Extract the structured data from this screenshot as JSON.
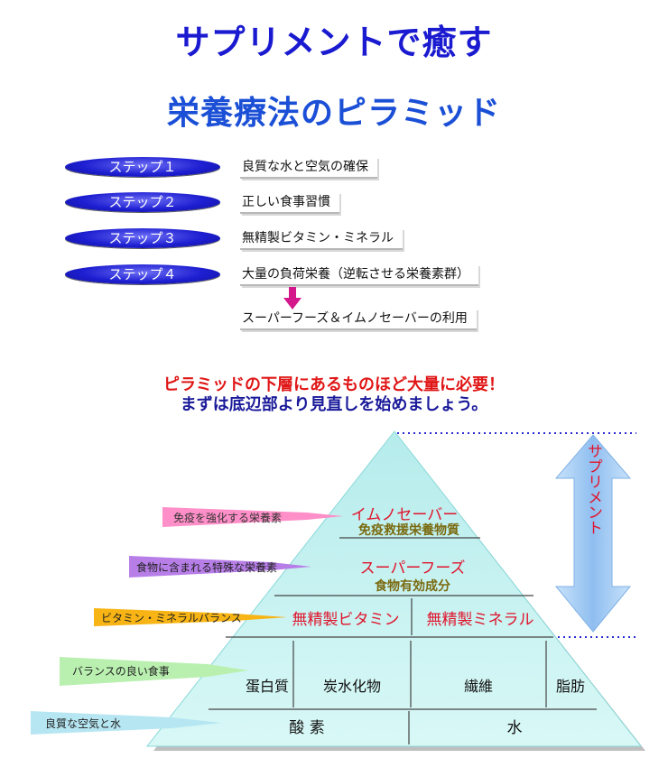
{
  "header": {
    "title": "サプリメントで癒す",
    "subtitle": "栄養療法のピラミッド"
  },
  "steps": [
    {
      "label": "ステップ１",
      "text": "良質な水と空気の確保"
    },
    {
      "label": "ステップ２",
      "text": "正しい食事習慣"
    },
    {
      "label": "ステップ３",
      "text": "無精製ビタミン・ミネラル"
    },
    {
      "label": "ステップ４",
      "text": "大量の負荷栄養（逆転させる栄養素群）"
    }
  ],
  "step4_result": "スーパーフーズ＆イムノセーバーの利用",
  "notice": {
    "line1": "ピラミッドの下層にあるものほど大量に必要！",
    "line2": "まずは底辺部より見直しを始めましょう。"
  },
  "pyramid": {
    "tier1": {
      "title": "イムノセーバー",
      "subtitle": "免疫救援栄養物質"
    },
    "tier2": {
      "title": "スーパーフーズ",
      "subtitle": "食物有効成分"
    },
    "tier3": {
      "left": "無精製ビタミン",
      "right": "無精製ミネラル"
    },
    "tier4": {
      "cells": [
        "蛋白質",
        "炭水化物",
        "繊維",
        "脂肪"
      ]
    },
    "tier5": {
      "left": "酸 素",
      "right": "水"
    }
  },
  "supplement_arrow_label": "サプリメント",
  "callouts": [
    {
      "text": "免疫を強化する栄養素",
      "color": "#ff8fc8"
    },
    {
      "text": "食物に含まれる特殊な栄養素",
      "color": "#b77ee8"
    },
    {
      "text": "ビタミン・ミネラルバランス",
      "color": "#f7b414"
    },
    {
      "text": "バランスの良い食事",
      "color": "#b9f0b0"
    },
    {
      "text": "良質な空気と水",
      "color": "#b6e6f2"
    }
  ],
  "colors": {
    "title": "#1a1ad0",
    "step_pill": "#1e1fd1",
    "arrow": "#d4188c",
    "pyramid_fill": "#ccf4f4",
    "supplement_arrow": "#9ac8f0",
    "tier_title": "#e0142c",
    "tier_sub": "#7a6a10"
  }
}
